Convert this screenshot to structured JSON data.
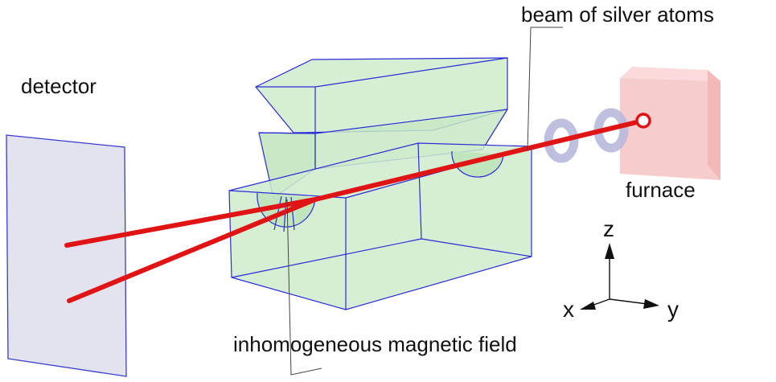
{
  "labels": {
    "detector": "detector",
    "beam": "beam of silver atoms",
    "furnace": "furnace",
    "field": "inhomogeneous magnetic field"
  },
  "axes": {
    "z": "z",
    "x": "x",
    "y": "y"
  },
  "colors": {
    "beam": "#e01414",
    "magnet_fill": "#cfeccc",
    "magnet_edge": "#2b2bd6",
    "detector_fill": "#e3e3f0",
    "furnace_fill": "#f6c6c6",
    "slit": "#b9b9dc"
  }
}
